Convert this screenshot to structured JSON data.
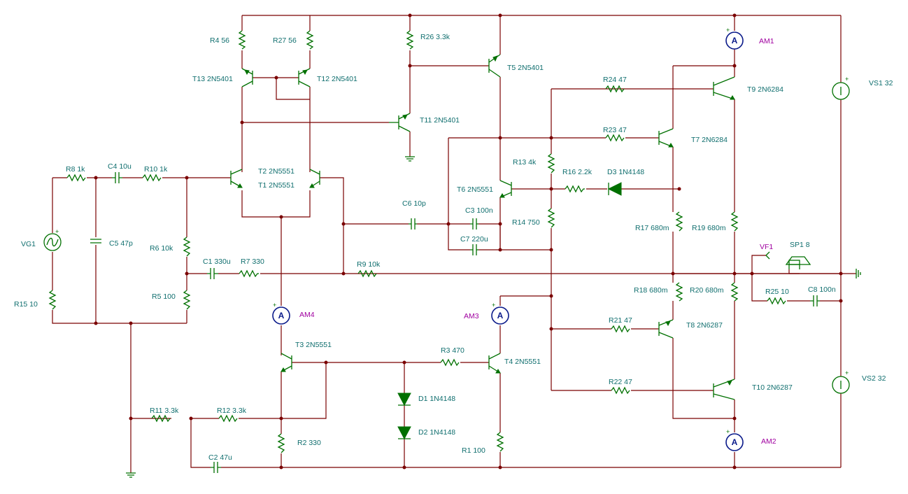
{
  "labels": {
    "R4": "R4 56",
    "R27": "R27 56",
    "R26": "R26 3.3k",
    "T13": "T13 2N5401",
    "T12": "T12 2N5401",
    "T5": "T5 2N5401",
    "T11": "T11 2N5401",
    "T2": "T2 2N5551",
    "T1": "T1 2N5551",
    "T6": "T6 2N5551",
    "T3": "T3 2N5551",
    "T4": "T4 2N5551",
    "T7": "T7 2N6284",
    "T9": "T9 2N6284",
    "T8": "T8 2N6287",
    "T10": "T10 2N6287",
    "R24": "R24 47",
    "R23": "R23 47",
    "R21": "R21 47",
    "R22": "R22 47",
    "R13": "R13 4k",
    "R16": "R16 2.2k",
    "D3": "D3 1N4148",
    "R14": "R14 750",
    "R17": "R17 680m",
    "R19": "R19 680m",
    "R18": "R18 680m",
    "R20": "R20 680m",
    "R8": "R8 1k",
    "C4": "C4 10u",
    "R10": "R10 1k",
    "C5": "C5 47p",
    "R6": "R6 10k",
    "R5": "R5 100",
    "R15": "R15 10",
    "VG1": "VG1",
    "C1": "C1 330u",
    "R7": "R7 330",
    "R9": "R9 10k",
    "C6": "C6 10p",
    "C3": "C3 100n",
    "C7": "C7 220u",
    "R11": "R11 3.3k",
    "R12": "R12 3.3k",
    "C2": "C2 47u",
    "R2": "R2 330",
    "D1": "D1 1N4148",
    "D2": "D2 1N4148",
    "R3": "R3 470",
    "R1": "R1 100",
    "VF1": "VF1",
    "SP1": "SP1 8",
    "R25": "R25 10",
    "C8": "C8 100n",
    "VS1": "VS1 32",
    "VS2": "VS2 32"
  },
  "meters": {
    "AM1": "AM1",
    "AM2": "AM2",
    "AM3": "AM3",
    "AM4": "AM4",
    "glyph": "A"
  },
  "colors": {
    "wire": "#7a0000",
    "component": "#007000",
    "label": "#0f6e6e",
    "meter_label": "#a000a0",
    "meter": "#0a1a8a"
  }
}
